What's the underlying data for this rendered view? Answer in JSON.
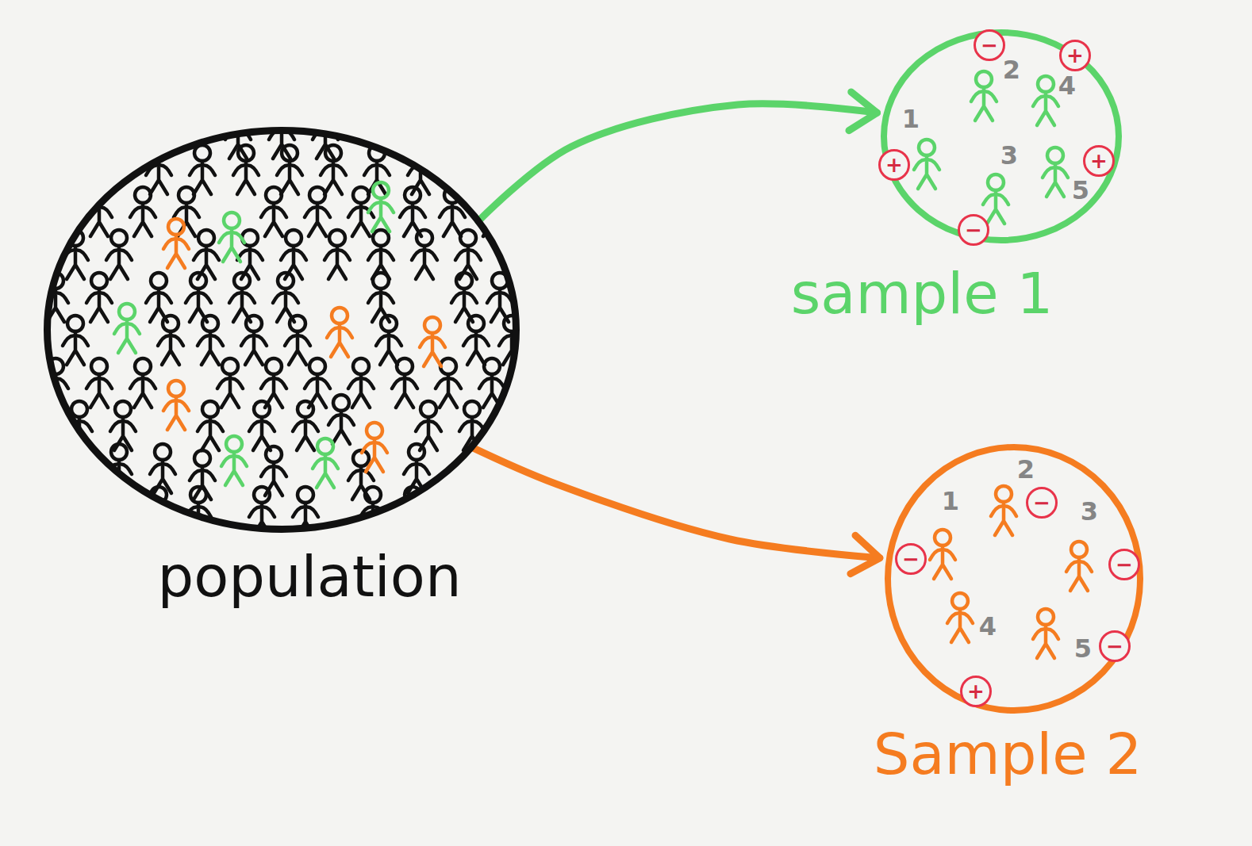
{
  "diagram": {
    "nodes": [
      {
        "text": [
          "population"
        ]
      },
      {
        "text": [
          "sample 1"
        ]
      },
      {
        "text": [
          "+"
        ],
        "in": 1
      },
      {
        "text": [
          "−"
        ],
        "in": 1
      },
      {
        "text": [
          "−"
        ],
        "in": 1
      },
      {
        "text": [
          "+"
        ],
        "in": 1
      },
      {
        "text": [
          "+"
        ],
        "in": 1
      },
      {
        "text": [
          "Sample 2"
        ]
      },
      {
        "text": [
          "−"
        ],
        "in": 7
      },
      {
        "text": [
          "−"
        ],
        "in": 7
      },
      {
        "text": [
          "−"
        ],
        "in": 7
      },
      {
        "text": [
          "+"
        ],
        "in": 7
      },
      {
        "text": [
          "−"
        ],
        "in": 7
      }
    ],
    "edges": [
      {
        "from": 0,
        "to": 1,
        "arrow": "to"
      },
      {
        "from": 0,
        "to": 7,
        "arrow": "to"
      }
    ],
    "labels": [
      "1",
      "2",
      "3",
      "4",
      "5",
      "1",
      "2",
      "3",
      "4",
      "5"
    ]
  }
}
